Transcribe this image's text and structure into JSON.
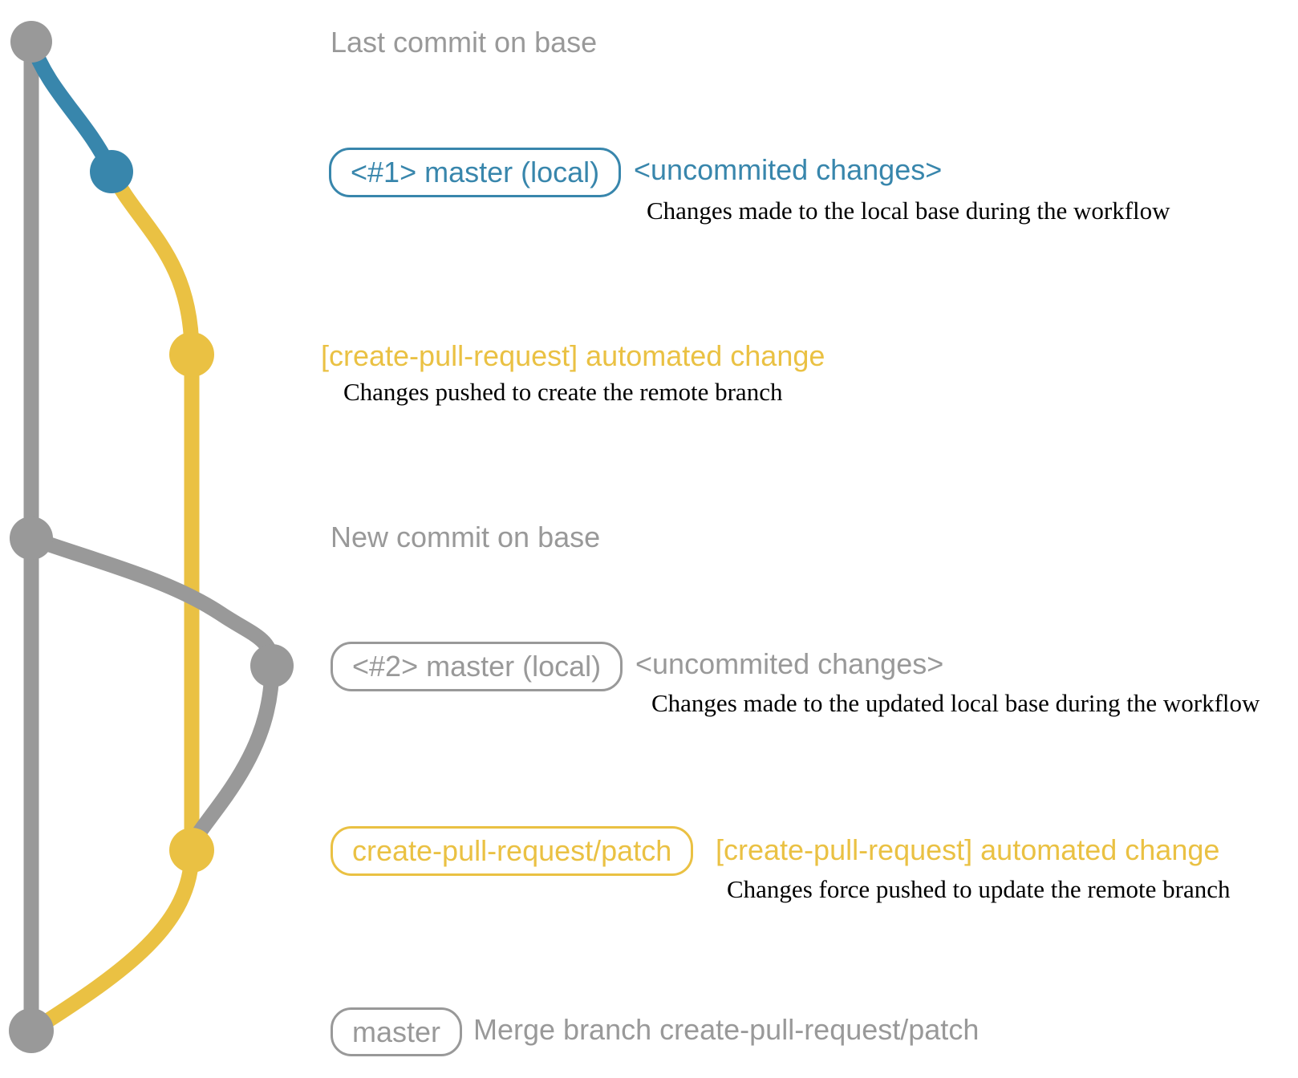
{
  "colors": {
    "gray": "#999999",
    "blue": "#3886ac",
    "yellow": "#eac143",
    "detail_text": "#000000"
  },
  "graph": {
    "base_branch": "master",
    "remote_branch": "create-pull-request/patch",
    "commits": [
      {
        "id": "base-tip",
        "column": "base",
        "color": "gray"
      },
      {
        "id": "local-1",
        "column": "local",
        "color": "blue"
      },
      {
        "id": "remote-1",
        "column": "remote",
        "color": "yellow"
      },
      {
        "id": "base-new",
        "column": "base",
        "color": "gray"
      },
      {
        "id": "local-2",
        "column": "local",
        "color": "gray"
      },
      {
        "id": "remote-2",
        "column": "remote",
        "color": "yellow"
      },
      {
        "id": "merge",
        "column": "base",
        "color": "gray"
      }
    ]
  },
  "annotations": {
    "row1_label": "Last commit on base",
    "row2_badge": "<#1> master (local)",
    "row2_note": "<uncommited changes>",
    "row2_detail": "Changes made to the local base during the workflow",
    "row3_title": "[create-pull-request] automated change",
    "row3_detail": "Changes pushed to create the remote branch",
    "row4_label": "New commit on base",
    "row5_badge": "<#2> master (local)",
    "row5_note": "<uncommited changes>",
    "row5_detail": "Changes made to the updated local base during the workflow",
    "row6_badge": "create-pull-request/patch",
    "row6_note": "[create-pull-request] automated change",
    "row6_detail": "Changes force pushed to update the remote branch",
    "row7_badge": "master",
    "row7_note": "Merge branch create-pull-request/patch"
  }
}
